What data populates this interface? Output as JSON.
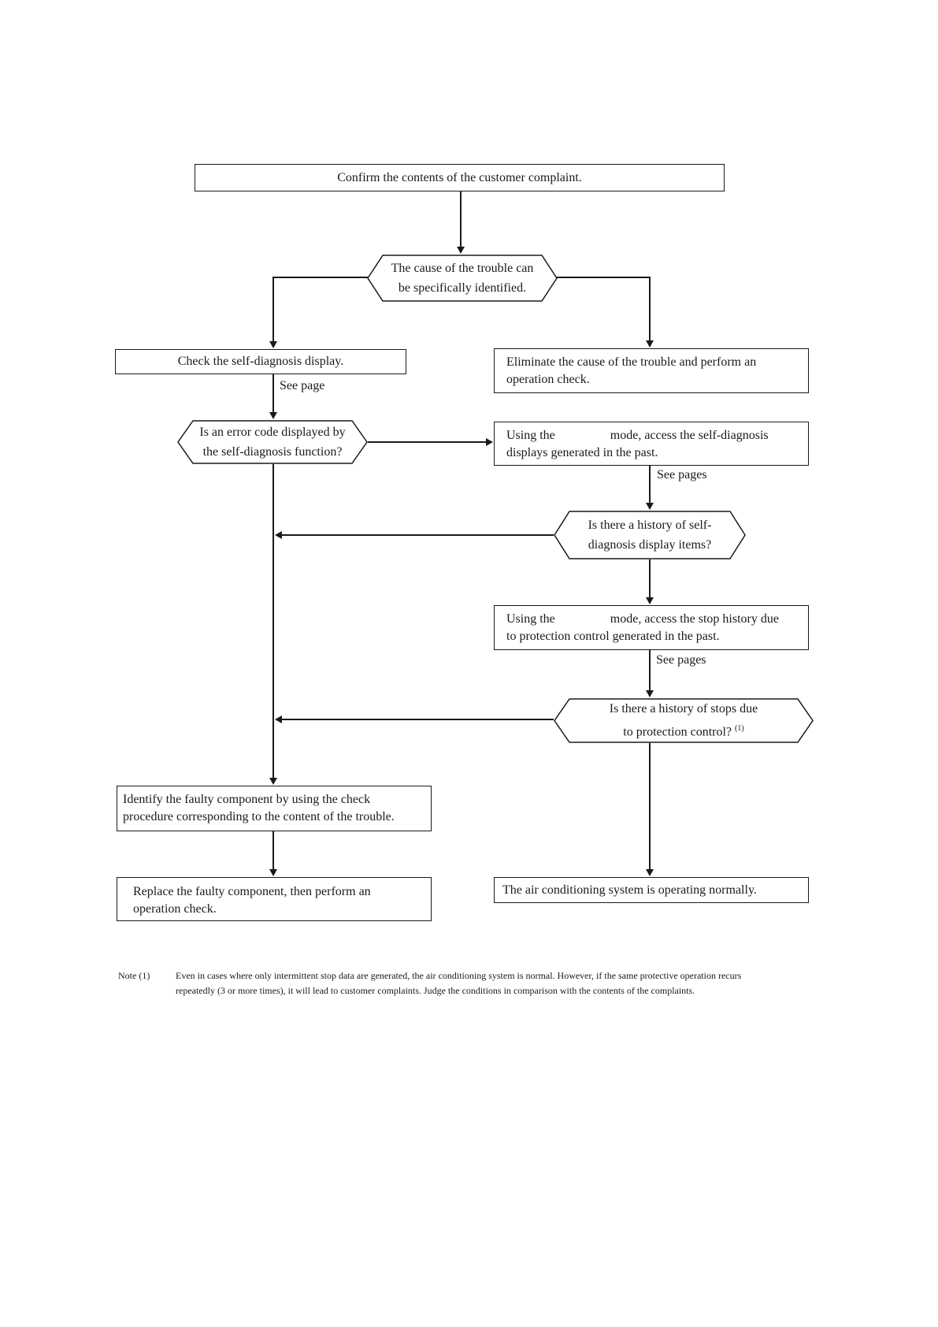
{
  "nodes": {
    "confirm": {
      "text": "Confirm the contents of the customer complaint."
    },
    "cause_identified": {
      "line1": "The cause of the trouble can",
      "line2": "be specifically identified."
    },
    "check_display": {
      "text": "Check the self-diagnosis display."
    },
    "eliminate": {
      "line1": "Eliminate the cause of the trouble and perform an",
      "line2": "operation check."
    },
    "error_code": {
      "line1": "Is an error code displayed by",
      "line2": "the self-diagnosis function?"
    },
    "access_self_diag": {
      "line1_prefix": "Using the",
      "line1_suffix": "mode, access the self-diagnosis",
      "line2": "displays generated in the past."
    },
    "history_self_diag": {
      "line1": "Is there a history of self-",
      "line2": "diagnosis display items?"
    },
    "access_stop_history": {
      "line1_prefix": "Using the",
      "line1_suffix": "mode, access the stop history due",
      "line2": "to protection control generated in the past."
    },
    "history_stops": {
      "line1": "Is there a history of stops due",
      "line2": "to protection control?",
      "superscript": "(1)"
    },
    "identify": {
      "line1": "Identify the faulty component by using the check",
      "line2": "procedure corresponding to the content of the trouble."
    },
    "replace": {
      "line1": "Replace the faulty component, then perform an",
      "line2": "operation check."
    },
    "normal": {
      "text": "The air conditioning system is operating normally."
    }
  },
  "labels": {
    "see_page": "See page",
    "see_pages_1": "See pages",
    "see_pages_2": "See pages"
  },
  "note": {
    "label": "Note (1)",
    "line1": "Even in cases where only intermittent stop data are generated, the air conditioning system is normal. However, if the same protective operation recurs",
    "line2": "repeatedly (3 or more times), it will lead to customer complaints. Judge the conditions in comparison with the contents of the complaints."
  },
  "colors": {
    "line": "#1a1a1a",
    "background": "#ffffff"
  }
}
